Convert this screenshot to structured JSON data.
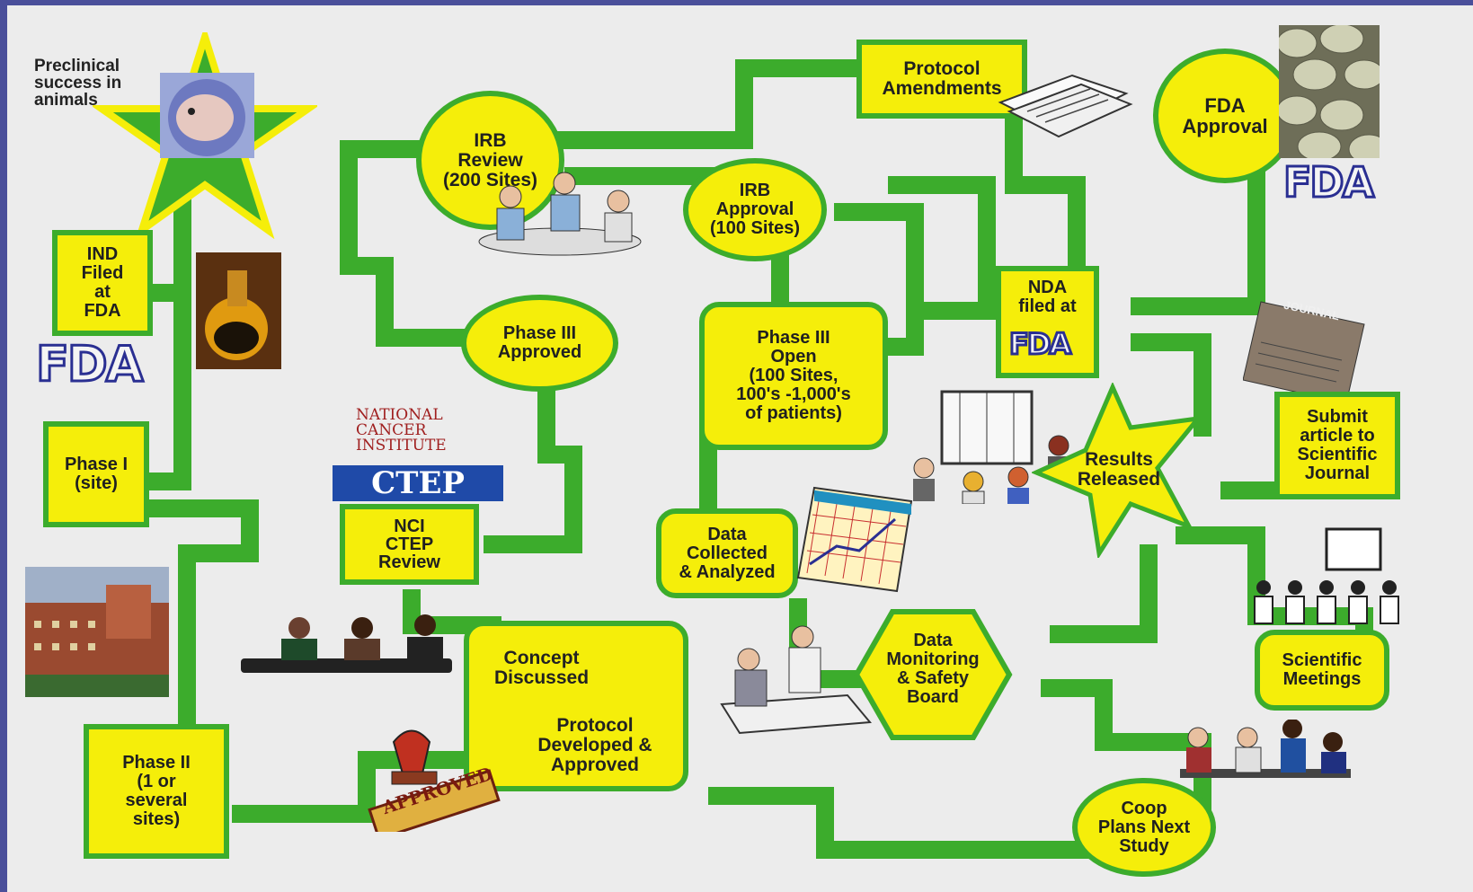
{
  "steps": {
    "preclinical": "Preclinical\nsuccess in\nanimals",
    "ind_filed": "IND\nFiled\nat\nFDA",
    "phase1": "Phase I\n(site)",
    "phase2": "Phase II\n(1 or\nseveral\nsites)",
    "irb_review": "IRB\nReview\n(200 Sites)",
    "protocol_amendments": "Protocol\nAmendments",
    "irb_approval": "IRB\nApproval\n(100 Sites)",
    "fda_approval": "FDA\nApproval",
    "phase3_approved": "Phase III\nApproved",
    "phase3_open": "Phase III\nOpen\n(100 Sites,\n100's -1,000's\nof patients)",
    "nda_filed": "NDA\nfiled at",
    "nci_ctep_review": "NCI\nCTEP\nReview",
    "data_collected": "Data\nCollected\n& Analyzed",
    "results_released": "Results\nReleased",
    "submit_article": "Submit\narticle to\nScientific\nJournal",
    "concept_discussed": "Concept\nDiscussed",
    "protocol_developed": "Protocol\nDeveloped &\nApproved",
    "data_monitoring": "Data\nMonitoring\n& Safety\nBoard",
    "scientific_meetings": "Scientific\nMeetings",
    "coop_plans": "Coop\nPlans Next\nStudy"
  },
  "logos": {
    "fda": "FDA",
    "nci": "NATIONAL\nCANCER\nINSTITUTE",
    "ctep": "CTEP",
    "approved_stamp": "APPROVED",
    "journal": "JOURNAL"
  },
  "colors": {
    "path": "#3cac2c",
    "box_fill": "#f5ee0a",
    "fda_blue": "#2a2f92",
    "ctep_blue": "#1f4aa8",
    "frame": "#4a4f9a"
  },
  "icons": [
    "lab-mouse-icon",
    "flask-icon",
    "hospital-building-icon",
    "meeting-people-icon",
    "document-stack-icon",
    "pills-icon",
    "calendar-chart-icon",
    "audience-icon",
    "presentation-icon",
    "panel-people-icon",
    "stamp-icon",
    "newspaper-icon"
  ]
}
